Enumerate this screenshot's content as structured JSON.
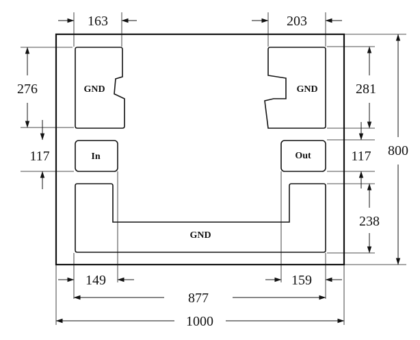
{
  "pads": {
    "gnd_top_left": "GND",
    "gnd_top_right": "GND",
    "input": "In",
    "output": "Out",
    "gnd_bottom": "GND"
  },
  "dimensions": {
    "top_left_width": "163",
    "top_right_width": "203",
    "left_gnd_height": "276",
    "right_gnd_height": "281",
    "in_height": "117",
    "out_height": "117",
    "board_height": "800",
    "bottom_gnd_height": "238",
    "bottom_left_width": "149",
    "bottom_right_width": "159",
    "inner_width": "877",
    "board_width": "1000"
  }
}
